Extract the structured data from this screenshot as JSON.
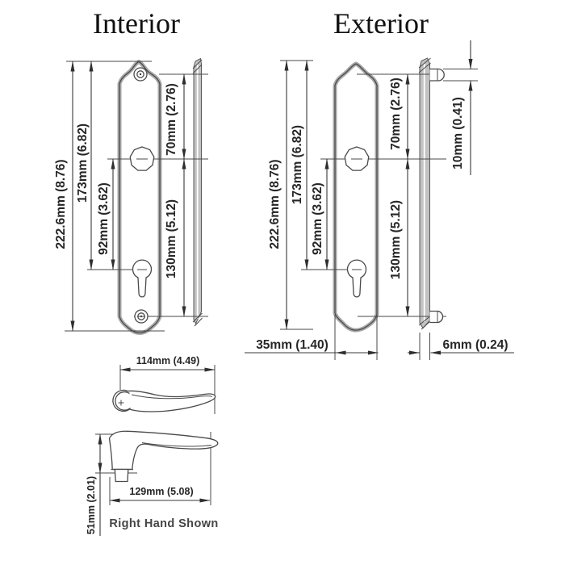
{
  "titles": {
    "interior": "Interior",
    "exterior": "Exterior"
  },
  "dims": {
    "overall": "222.6mm (8.76)",
    "fixing": "173mm (6.82)",
    "pz": "92mm (3.62)",
    "top_to_spindle": "70mm (2.76)",
    "spindle_to_bottom": "130mm (5.12)",
    "stub": "10mm (0.41)",
    "width": "35mm (1.40)",
    "thickness": "6mm (0.24)",
    "lever_top": "114mm (4.49)",
    "lever_side": "129mm (5.08)",
    "lever_height": "51mm (2.01)"
  },
  "note": "Right Hand Shown",
  "colors": {
    "line": "#3a3a3a",
    "plate": "#a9a9a9",
    "strip": "#c2c2c2",
    "text": "#262626",
    "bg": "#ffffff"
  }
}
